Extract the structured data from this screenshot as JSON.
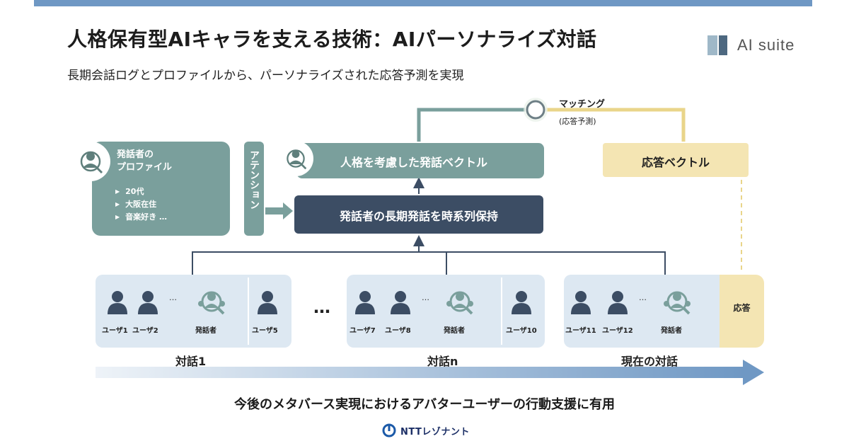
{
  "header": {
    "title": "人格保有型AIキャラを支える技術：AIパーソナライズ対話",
    "subtitle": "長期会話ログとプロファイルから、パーソナライズされた応答予測を実現",
    "brand": "AI suite"
  },
  "diagram": {
    "profile": {
      "heading_line1": "発話者の",
      "heading_line2": "プロファイル",
      "items": [
        "20代",
        "大阪在住",
        "音楽好き …"
      ]
    },
    "attention": "アテンション",
    "persona_vector": "人格を考慮した発話ベクトル",
    "long_term_hold": "発話者の長期発話を時系列保持",
    "response_vector": "応答ベクトル",
    "matching": "マッチング",
    "matching_sub": "(応答予測)",
    "response_slot": "応答",
    "ellipsis": "…",
    "between_dots": "…",
    "conversations": [
      {
        "label": "対話1",
        "users": [
          "ユーザ1",
          "ユーザ2",
          "発話者",
          "ユーザ5"
        ]
      },
      {
        "label": "対話n",
        "users": [
          "ユーザ7",
          "ユーザ8",
          "発話者",
          "ユーザ10"
        ]
      },
      {
        "label": "現在の対話",
        "users": [
          "ユーザ11",
          "ユーザ12",
          "発話者"
        ]
      }
    ]
  },
  "footer": {
    "message": "今後のメタバース実現におけるアバターユーザーの行動支援に有用",
    "company": "NTTレゾナント"
  },
  "colors": {
    "teal": "#7a9f9c",
    "navy": "#3c4d64",
    "yellow": "#f4e5b3",
    "panel": "#dde8f2",
    "top_bar": "#6f98c4"
  }
}
